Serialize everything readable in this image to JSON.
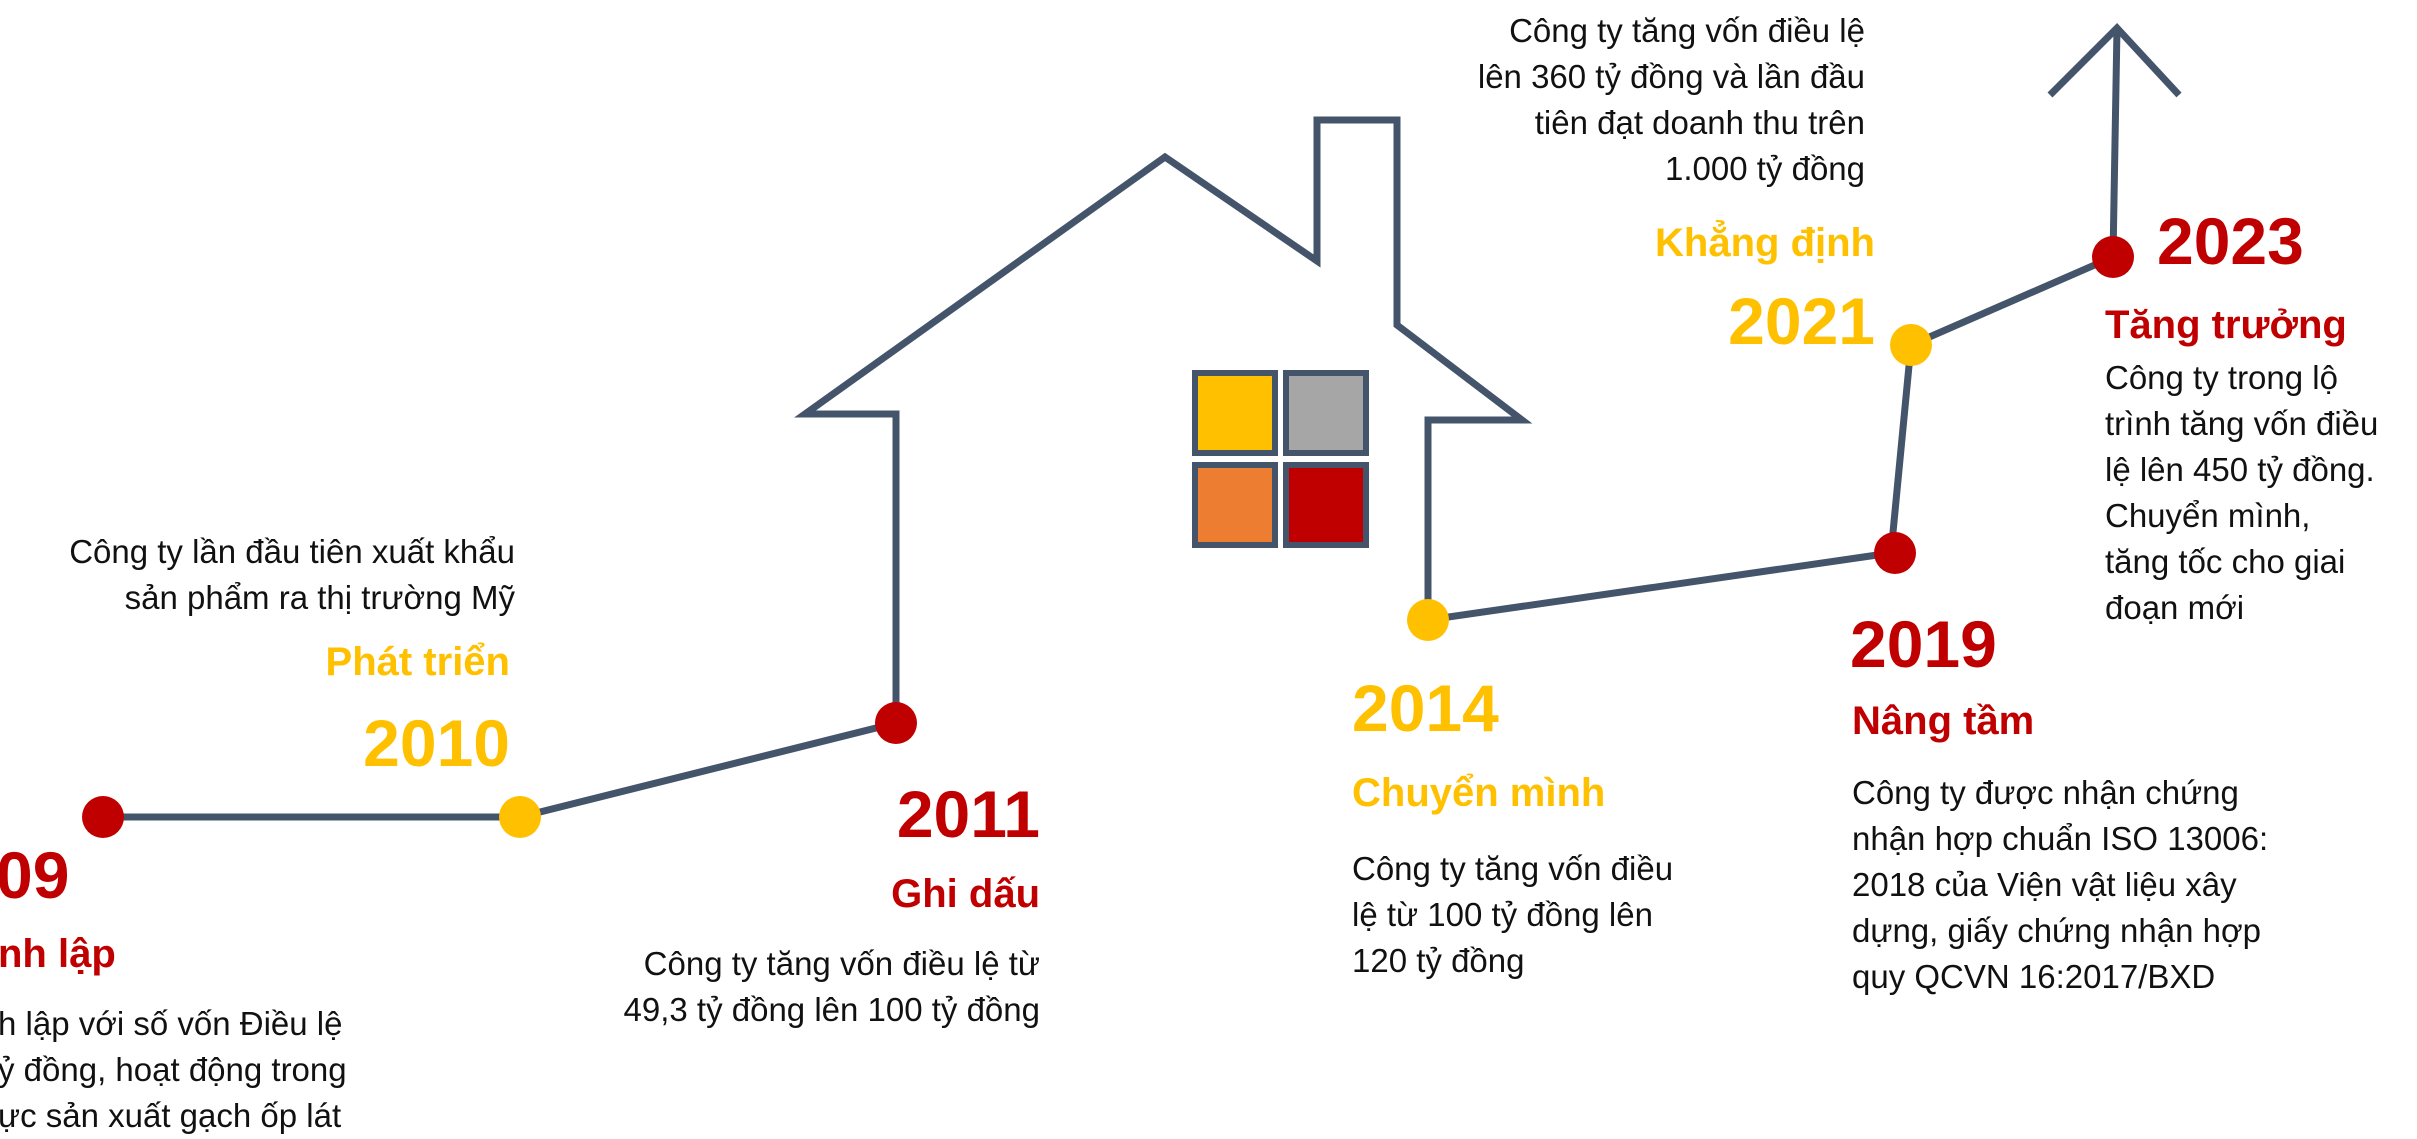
{
  "colors": {
    "red": "#C00000",
    "yellow": "#FFC000",
    "line": "#44546A",
    "square_gray": "#A6A6A6",
    "square_orange": "#ED7D31",
    "text": "#111111"
  },
  "milestones": {
    "m2009": {
      "year": "09",
      "title": "nh lập",
      "desc": [
        "h lập với số vốn Điều lệ",
        "ỷ đồng, hoạt động trong",
        "ực sản xuất gạch ốp lát"
      ]
    },
    "m2010": {
      "year": "2010",
      "title": "Phát triển",
      "desc": [
        "Công ty lần đầu tiên xuất khẩu",
        "sản phẩm ra thị trường Mỹ"
      ]
    },
    "m2011": {
      "year": "2011",
      "title": "Ghi dấu",
      "desc": [
        "Công ty tăng vốn điều lệ từ",
        "49,3 tỷ đồng lên 100 tỷ đồng"
      ]
    },
    "m2014": {
      "year": "2014",
      "title": "Chuyển mình",
      "desc": [
        "Công ty tăng vốn điều",
        "lệ từ 100 tỷ đồng lên",
        "120 tỷ đồng"
      ]
    },
    "m2019": {
      "year": "2019",
      "title": "Nâng tầm",
      "desc": [
        "Công ty được nhận chứng",
        "nhận hợp chuẩn ISO 13006:",
        "2018 của Viện vật liệu xây",
        "dựng, giấy chứng nhận hợp",
        "quy QCVN 16:2017/BXD"
      ]
    },
    "m2021": {
      "year": "2021",
      "title": "Khẳng định",
      "desc": [
        "Công ty tăng vốn điều lệ",
        "lên 360 tỷ đồng và lần đầu",
        "tiên đạt doanh thu trên",
        "1.000 tỷ đồng"
      ]
    },
    "m2023": {
      "year": "2023",
      "title": "Tăng trưởng",
      "desc": [
        "Công ty trong lộ",
        "trình tăng vốn điều",
        "lệ lên 450 tỷ đồng.",
        "Chuyển mình,",
        "tăng tốc cho giai",
        "đoạn mới"
      ]
    }
  }
}
